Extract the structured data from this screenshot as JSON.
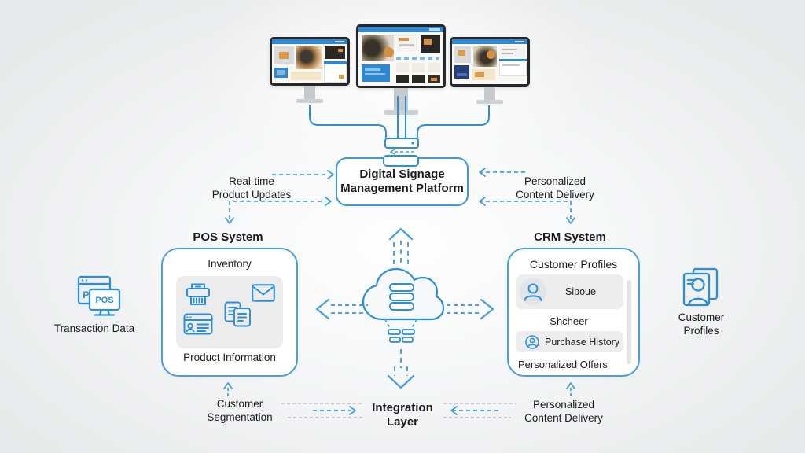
{
  "colors": {
    "accent_blue": "#2b8fd8",
    "dashed_arrow_blue": "#4aa0dd",
    "dashed_gray": "#a8adb2",
    "text_dark": "#191b1e",
    "box_border_blue": "#4a9fde",
    "monitor_header_blue": "#2f86d1",
    "panel_gray": "#ececec",
    "orange_accent": "#dd9b43",
    "background": "#edeeef"
  },
  "platform": {
    "line1": "Digital Signage",
    "line2": "Management Platform"
  },
  "flow_labels": {
    "realtime": {
      "line1": "Real-time",
      "line2": "Product Updates"
    },
    "personalized_top": {
      "line1": "Personalized",
      "line2": "Content Delivery"
    },
    "segmentation": {
      "line1": "Customer",
      "line2": "Segmentation"
    },
    "integration": {
      "line1": "Integration",
      "line2": "Layer"
    },
    "personalized_bottom": {
      "line1": "Personalized",
      "line2": "Content Delivery"
    }
  },
  "pos_system": {
    "title": "POS System",
    "top_label": "Inventory",
    "bottom_label": "Product Information",
    "icons": [
      "printer-icon",
      "envelope-icon",
      "copy-documents-icon",
      "contact-card-icon"
    ]
  },
  "crm_system": {
    "title": "CRM System",
    "heading": "Customer Profiles",
    "profile_1": "Sipoue",
    "profile_2": "Shcheer",
    "list_item": "Purchase History",
    "footer": "Personalized Offers",
    "icons": [
      "user-avatar-icon",
      "user-circle-icon"
    ]
  },
  "left_node": {
    "label": "Transaction Data",
    "badge": "POS",
    "icon": "pos-terminal-icon"
  },
  "right_node": {
    "line1": "Customer",
    "line2": "Profiles",
    "icon": "customer-profile-card-icon"
  },
  "center_node": {
    "icon": "cloud-data-icon"
  },
  "top_node": {
    "icon": "server-bars-icon",
    "monitors_icon": "digital-signage-screens"
  }
}
